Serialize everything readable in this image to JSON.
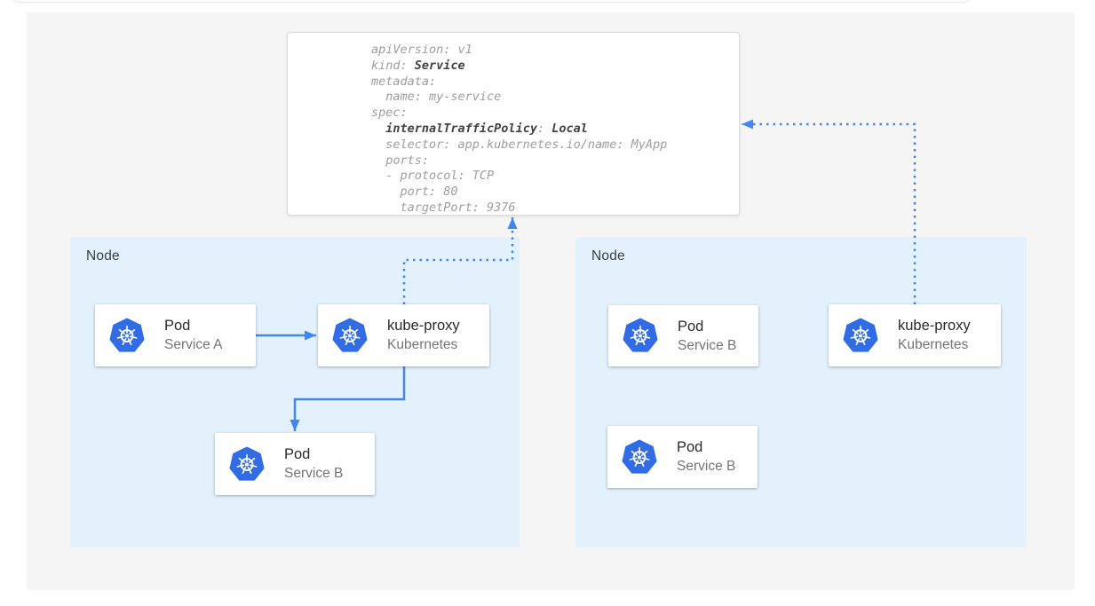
{
  "yaml_card": {
    "lines": [
      {
        "pre": "apiVersion: v1",
        "b1": "",
        "mid": "",
        "b2": ""
      },
      {
        "pre": "kind: ",
        "b1": "Service",
        "mid": "",
        "b2": ""
      },
      {
        "pre": "metadata:",
        "b1": "",
        "mid": "",
        "b2": ""
      },
      {
        "pre": "  name: my-service",
        "b1": "",
        "mid": "",
        "b2": ""
      },
      {
        "pre": "spec:",
        "b1": "",
        "mid": "",
        "b2": ""
      },
      {
        "pre": "  ",
        "b1": "internalTrafficPolicy",
        "mid": ": ",
        "b2": "Local"
      },
      {
        "pre": "  selector: app.kubernetes.io/name: MyApp",
        "b1": "",
        "mid": "",
        "b2": ""
      },
      {
        "pre": "  ports:",
        "b1": "",
        "mid": "",
        "b2": ""
      },
      {
        "pre": "  - protocol: TCP",
        "b1": "",
        "mid": "",
        "b2": ""
      },
      {
        "pre": "    port: 80",
        "b1": "",
        "mid": "",
        "b2": ""
      },
      {
        "pre": "    targetPort: 9376",
        "b1": "",
        "mid": "",
        "b2": ""
      }
    ]
  },
  "nodes": {
    "left": {
      "label": "Node",
      "cards": [
        {
          "title": "Pod",
          "subtitle": "Service A",
          "icon": "kubernetes-icon"
        },
        {
          "title": "kube-proxy",
          "subtitle": "Kubernetes",
          "icon": "kubernetes-icon"
        },
        {
          "title": "Pod",
          "subtitle": "Service B",
          "icon": "kubernetes-icon"
        }
      ]
    },
    "right": {
      "label": "Node",
      "cards": [
        {
          "title": "Pod",
          "subtitle": "Service B",
          "icon": "kubernetes-icon"
        },
        {
          "title": "kube-proxy",
          "subtitle": "Kubernetes",
          "icon": "kubernetes-icon"
        },
        {
          "title": "Pod",
          "subtitle": "Service B",
          "icon": "kubernetes-icon"
        }
      ]
    }
  },
  "colors": {
    "arrow_blue": "#4285f4",
    "kubernetes_blue": "#326ce5",
    "node_background": "#e3f1fc",
    "canvas_background": "#f5f5f5",
    "code_text": "#9e9e9e",
    "code_bold_text": "#424242"
  }
}
